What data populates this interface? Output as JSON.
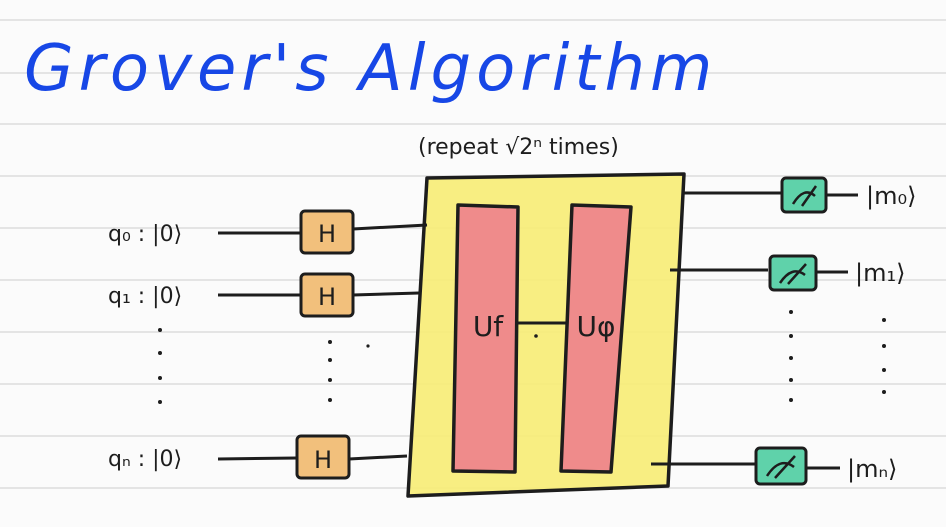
{
  "title": "Grover's Algorithm",
  "repeat_note": "(repeat  √2ⁿ times)",
  "qubits": [
    {
      "label": "q₀ : |0⟩"
    },
    {
      "label": "q₁ : |0⟩"
    },
    {
      "label": "qₙ : |0⟩"
    }
  ],
  "gates": {
    "hadamard": "H"
  },
  "oracle_label": "Uf",
  "diffuser_label": "Uφ",
  "outputs": [
    {
      "label": "|m₀⟩"
    },
    {
      "label": "|m₁⟩"
    },
    {
      "label": "|mₙ⟩"
    }
  ],
  "colors": {
    "title_ink": "#1747e6",
    "ink": "#1d1d1d",
    "hadamard_fill": "#f2c07c",
    "repeat_box_fill": "#f7ec74",
    "unitary_fill": "#ef8b8b",
    "measure_fill": "#5fd2aa",
    "ruled_line": "#dcdcdc"
  }
}
